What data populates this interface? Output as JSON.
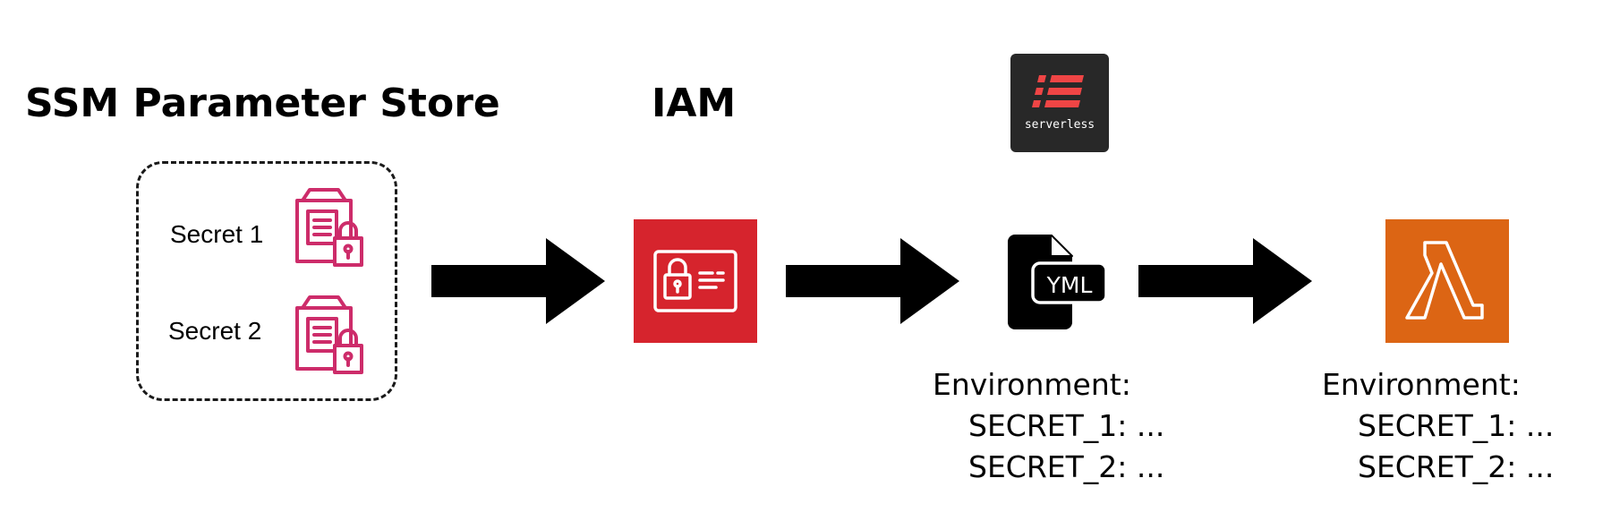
{
  "ssm_section": {
    "title": "SSM Parameter Store",
    "secrets": [
      {
        "label": "Secret 1"
      },
      {
        "label": "Secret 2"
      }
    ]
  },
  "iam_section": {
    "title": "IAM"
  },
  "serverless_badge": {
    "text": "serverless"
  },
  "yml_file": {
    "icon_text": "YML",
    "env_title": "Environment:",
    "env_lines": [
      "SECRET_1: ...",
      "SECRET_2: ..."
    ]
  },
  "lambda_function": {
    "env_title": "Environment:",
    "env_lines": [
      "SECRET_1: ...",
      "SECRET_2: ..."
    ]
  },
  "colors": {
    "secret_icon": "#cd2c6a",
    "iam_tile": "#d6242d",
    "lambda_tile": "#dc6514",
    "serverless_badge_bg": "#282828",
    "serverless_logo": "#ef4545"
  },
  "icons": [
    "secret-icon",
    "arrow-icon",
    "iam-icon",
    "serverless-logo-icon",
    "yml-file-icon",
    "lambda-icon"
  ]
}
